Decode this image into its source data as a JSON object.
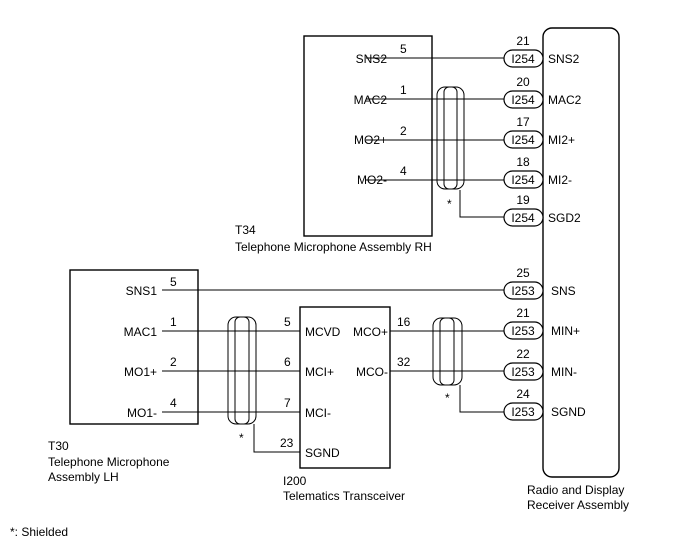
{
  "receiver": {
    "name_line1": "Radio and Display",
    "name_line2": "Receiver Assembly",
    "pins": [
      {
        "num": "21",
        "conn": "I254",
        "name": "SNS2"
      },
      {
        "num": "20",
        "conn": "I254",
        "name": "MAC2"
      },
      {
        "num": "17",
        "conn": "I254",
        "name": "MI2+"
      },
      {
        "num": "18",
        "conn": "I254",
        "name": "MI2-"
      },
      {
        "num": "19",
        "conn": "I254",
        "name": "SGD2"
      },
      {
        "num": "25",
        "conn": "I253",
        "name": "SNS"
      },
      {
        "num": "21",
        "conn": "I253",
        "name": "MIN+"
      },
      {
        "num": "22",
        "conn": "I253",
        "name": "MIN-"
      },
      {
        "num": "24",
        "conn": "I253",
        "name": "SGND"
      }
    ]
  },
  "mic_rh": {
    "code": "T34",
    "name": "Telephone Microphone Assembly RH",
    "pins": [
      {
        "name": "SNS2",
        "num": "5"
      },
      {
        "name": "MAC2",
        "num": "1"
      },
      {
        "name": "MO2+",
        "num": "2"
      },
      {
        "name": "MO2-",
        "num": "4"
      }
    ]
  },
  "mic_lh": {
    "code": "T30",
    "name_line1": "Telephone Microphone",
    "name_line2": "Assembly LH",
    "pins": [
      {
        "name": "SNS1",
        "num": "5"
      },
      {
        "name": "MAC1",
        "num": "1"
      },
      {
        "name": "MO1+",
        "num": "2"
      },
      {
        "name": "MO1-",
        "num": "4"
      }
    ]
  },
  "transceiver": {
    "code": "I200",
    "name": "Telematics Transceiver",
    "left_pins": [
      {
        "num": "5",
        "name": "MCVD"
      },
      {
        "num": "6",
        "name": "MCI+"
      },
      {
        "num": "7",
        "name": "MCI-"
      },
      {
        "num": "23",
        "name": "SGND"
      }
    ],
    "right_pins": [
      {
        "name": "MCO+",
        "num": "16"
      },
      {
        "name": "MCO-",
        "num": "32"
      }
    ]
  },
  "shield_mark": "*",
  "footnote": "*: Shielded"
}
